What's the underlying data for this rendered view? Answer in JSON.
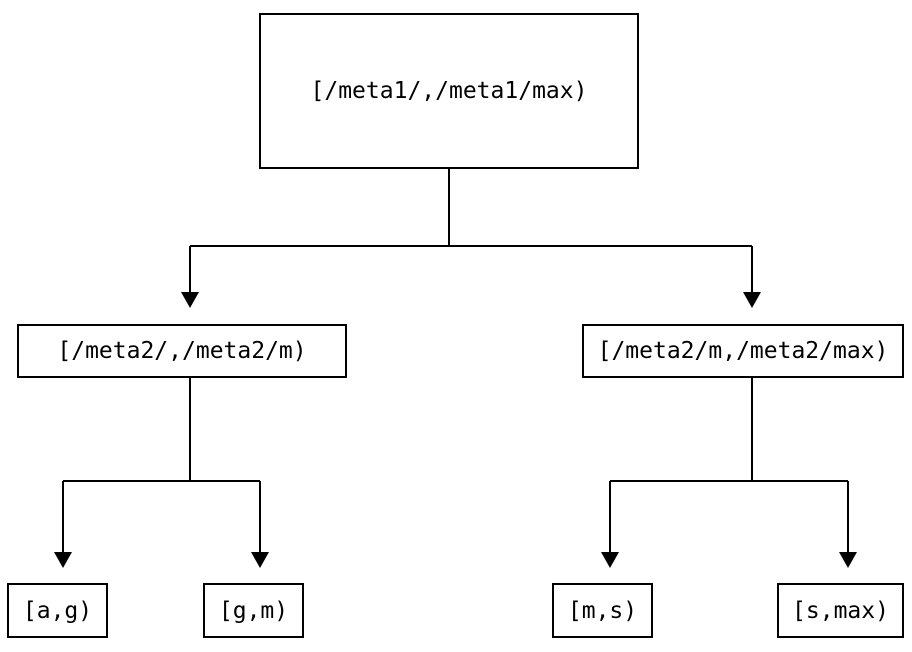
{
  "diagram": {
    "type": "binary-interval-tree",
    "background_color": "#ffffff",
    "line_color": "#000000",
    "nodes": {
      "root": {
        "label": "[/meta1/,/meta1/max)"
      },
      "mid_left": {
        "label": "[/meta2/,/meta2/m)"
      },
      "mid_right": {
        "label": "[/meta2/m,/meta2/max)"
      },
      "leaf_ag": {
        "label": "[a,g)"
      },
      "leaf_gm": {
        "label": "[g,m)"
      },
      "leaf_ms": {
        "label": "[m,s)"
      },
      "leaf_smax": {
        "label": "[s,max)"
      }
    },
    "edges": [
      {
        "from": "root",
        "to": "mid_left"
      },
      {
        "from": "root",
        "to": "mid_right"
      },
      {
        "from": "mid_left",
        "to": "leaf_ag"
      },
      {
        "from": "mid_left",
        "to": "leaf_gm"
      },
      {
        "from": "mid_right",
        "to": "leaf_ms"
      },
      {
        "from": "mid_right",
        "to": "leaf_smax"
      }
    ]
  }
}
